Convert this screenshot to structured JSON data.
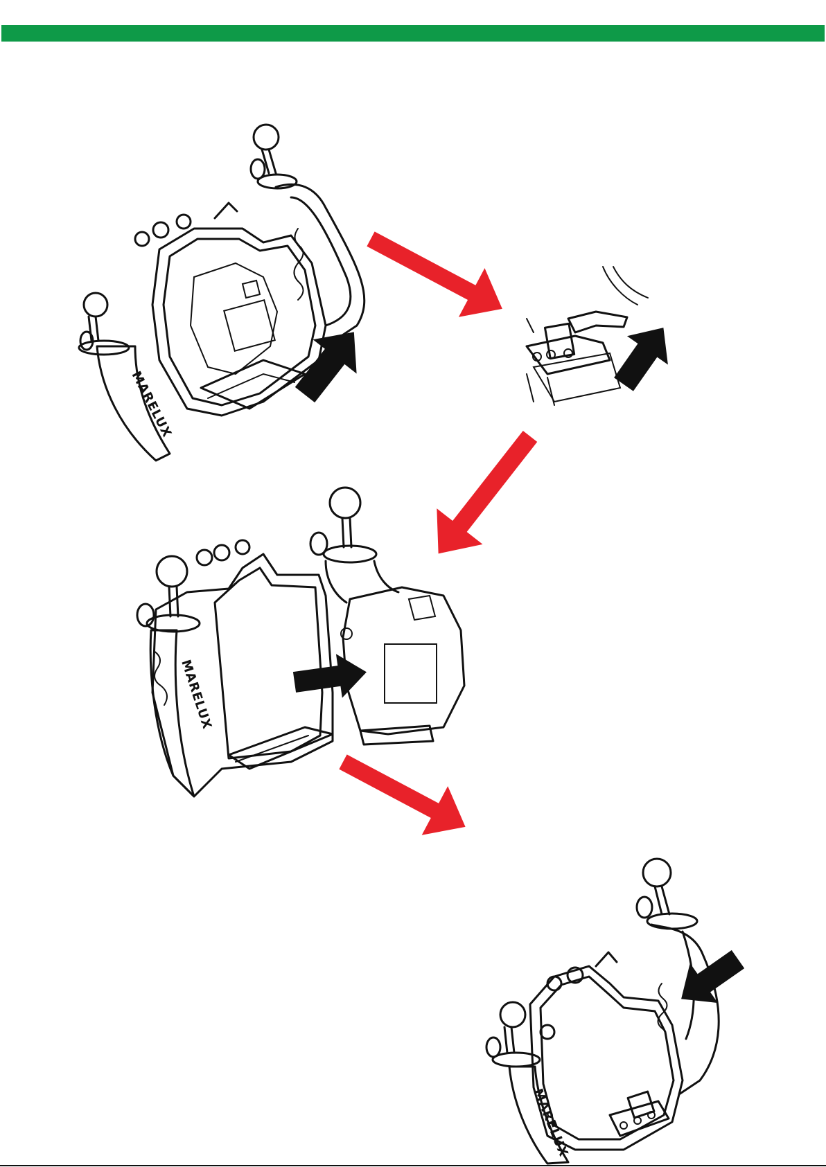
{
  "colors": {
    "header_bar": "#0e9a48",
    "step_arrow": "#e8222a",
    "action_arrow": "#111111",
    "line_art": "#111111",
    "background": "#ffffff"
  },
  "housing_brand": "MARELUX",
  "icons": [
    "red-step-arrow",
    "black-action-arrow",
    "ball-mount"
  ]
}
